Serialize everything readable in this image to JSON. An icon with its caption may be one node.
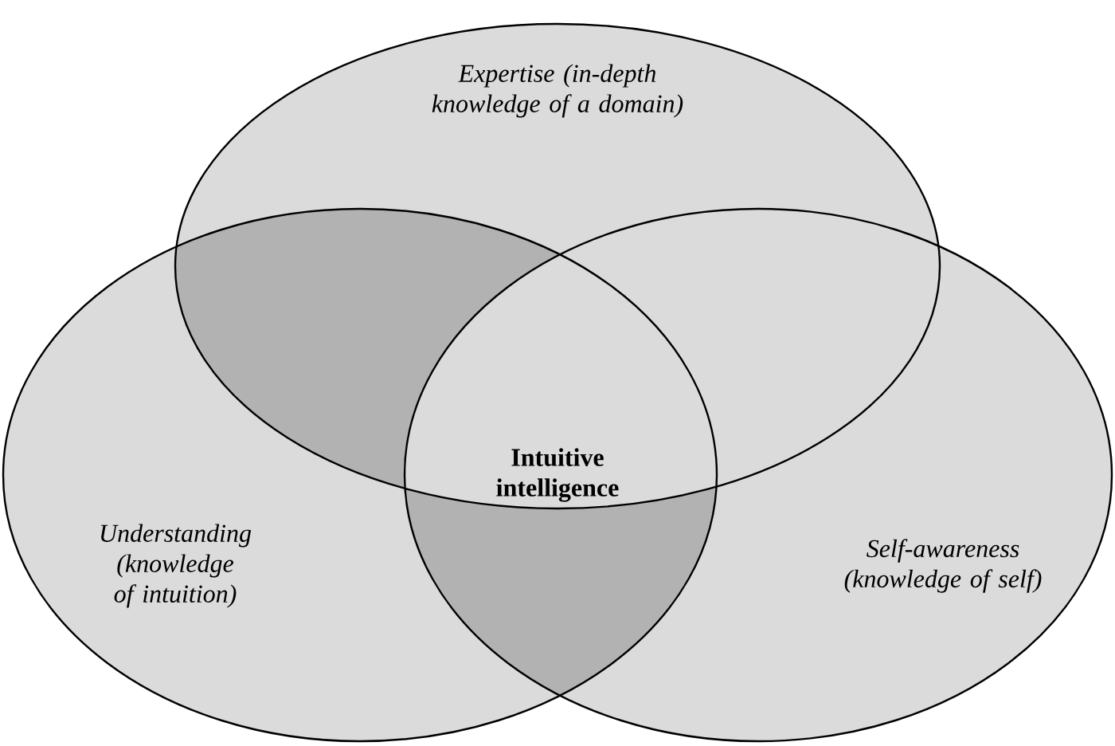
{
  "diagram": {
    "nodes": [
      {
        "text": [
          "Expertise (in-depth knowledge of a domain)"
        ]
      },
      {
        "text": [
          "Understanding (knowledge of intuition)"
        ]
      },
      {
        "text": [
          "Self-awareness (knowledge of self)"
        ]
      }
    ],
    "labels": [
      "Intuitive intelligence"
    ]
  }
}
